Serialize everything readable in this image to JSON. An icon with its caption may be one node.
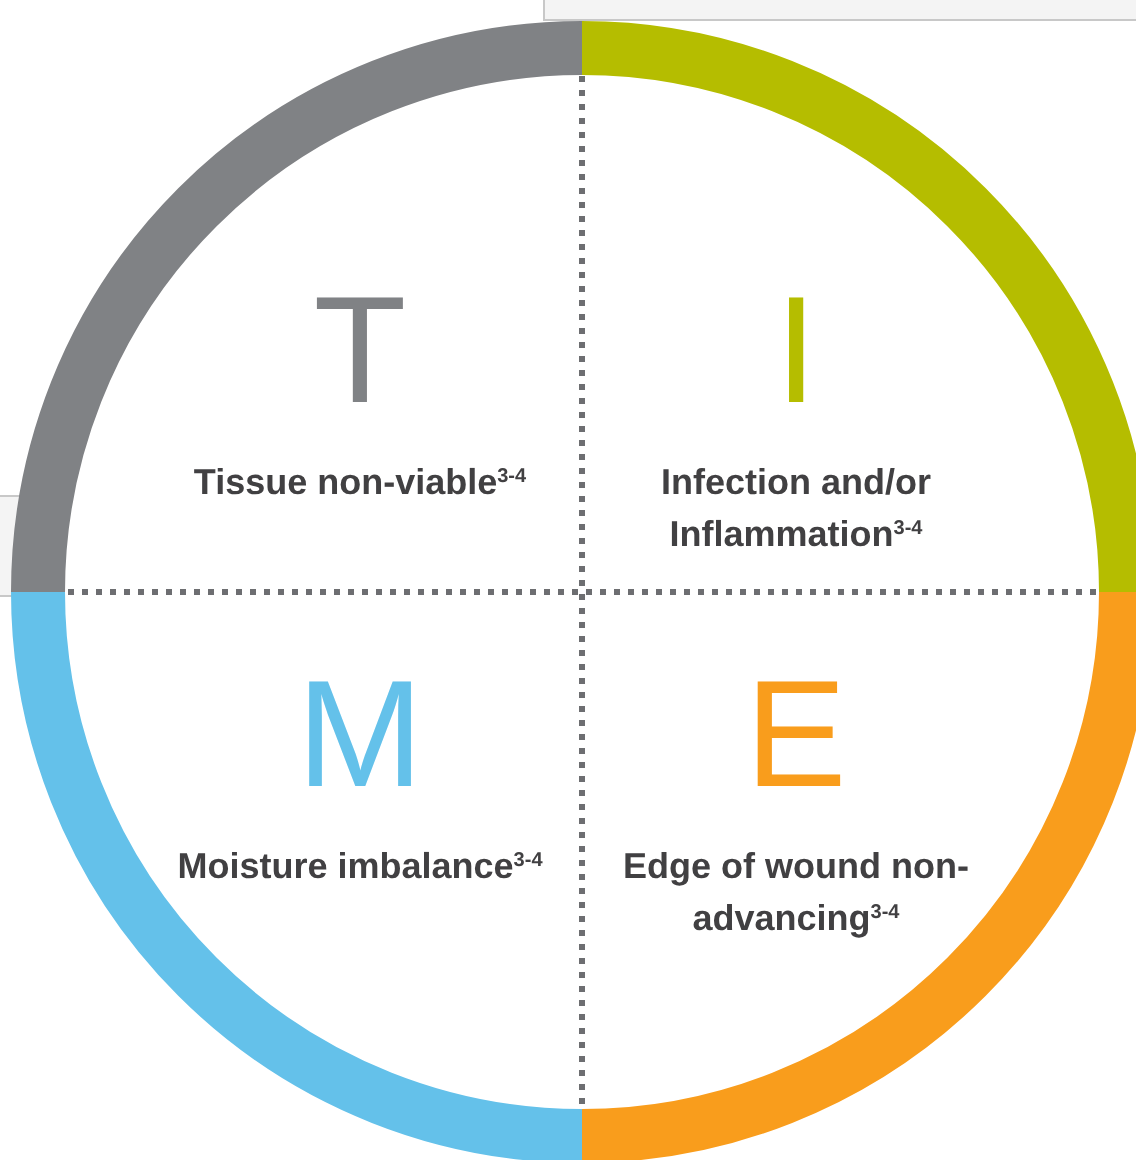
{
  "diagram": {
    "nodes": [
      {
        "text": [
          "T",
          "Tissue non-viable$^{3-4}$"
        ]
      },
      {
        "text": [
          "I",
          "Infection and/or Inflammation$^{3-4}$"
        ]
      },
      {
        "text": [
          "M",
          "Moisture imbalance$^{3-4}$"
        ]
      },
      {
        "text": [
          "E",
          "Edge of wound non-advancing$^{3-4}$"
        ]
      }
    ]
  }
}
